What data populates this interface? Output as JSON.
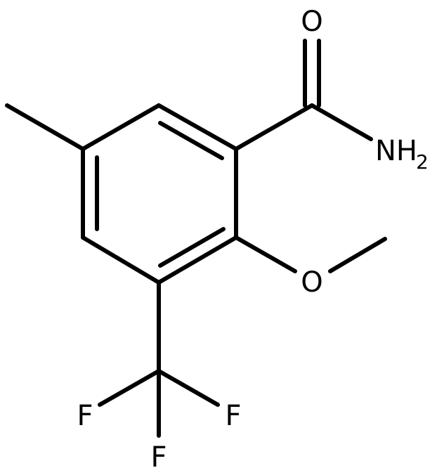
{
  "molecule": {
    "atoms": {
      "oxygen_carbonyl": "O",
      "amide_n": "NH",
      "amide_h2_sub": "2",
      "methoxy_o": "O",
      "fluorine_left": "F",
      "fluorine_right": "F",
      "fluorine_bottom": "F"
    },
    "colors": {
      "bond": "#000000",
      "label": "#000000",
      "background": "#ffffff"
    }
  }
}
